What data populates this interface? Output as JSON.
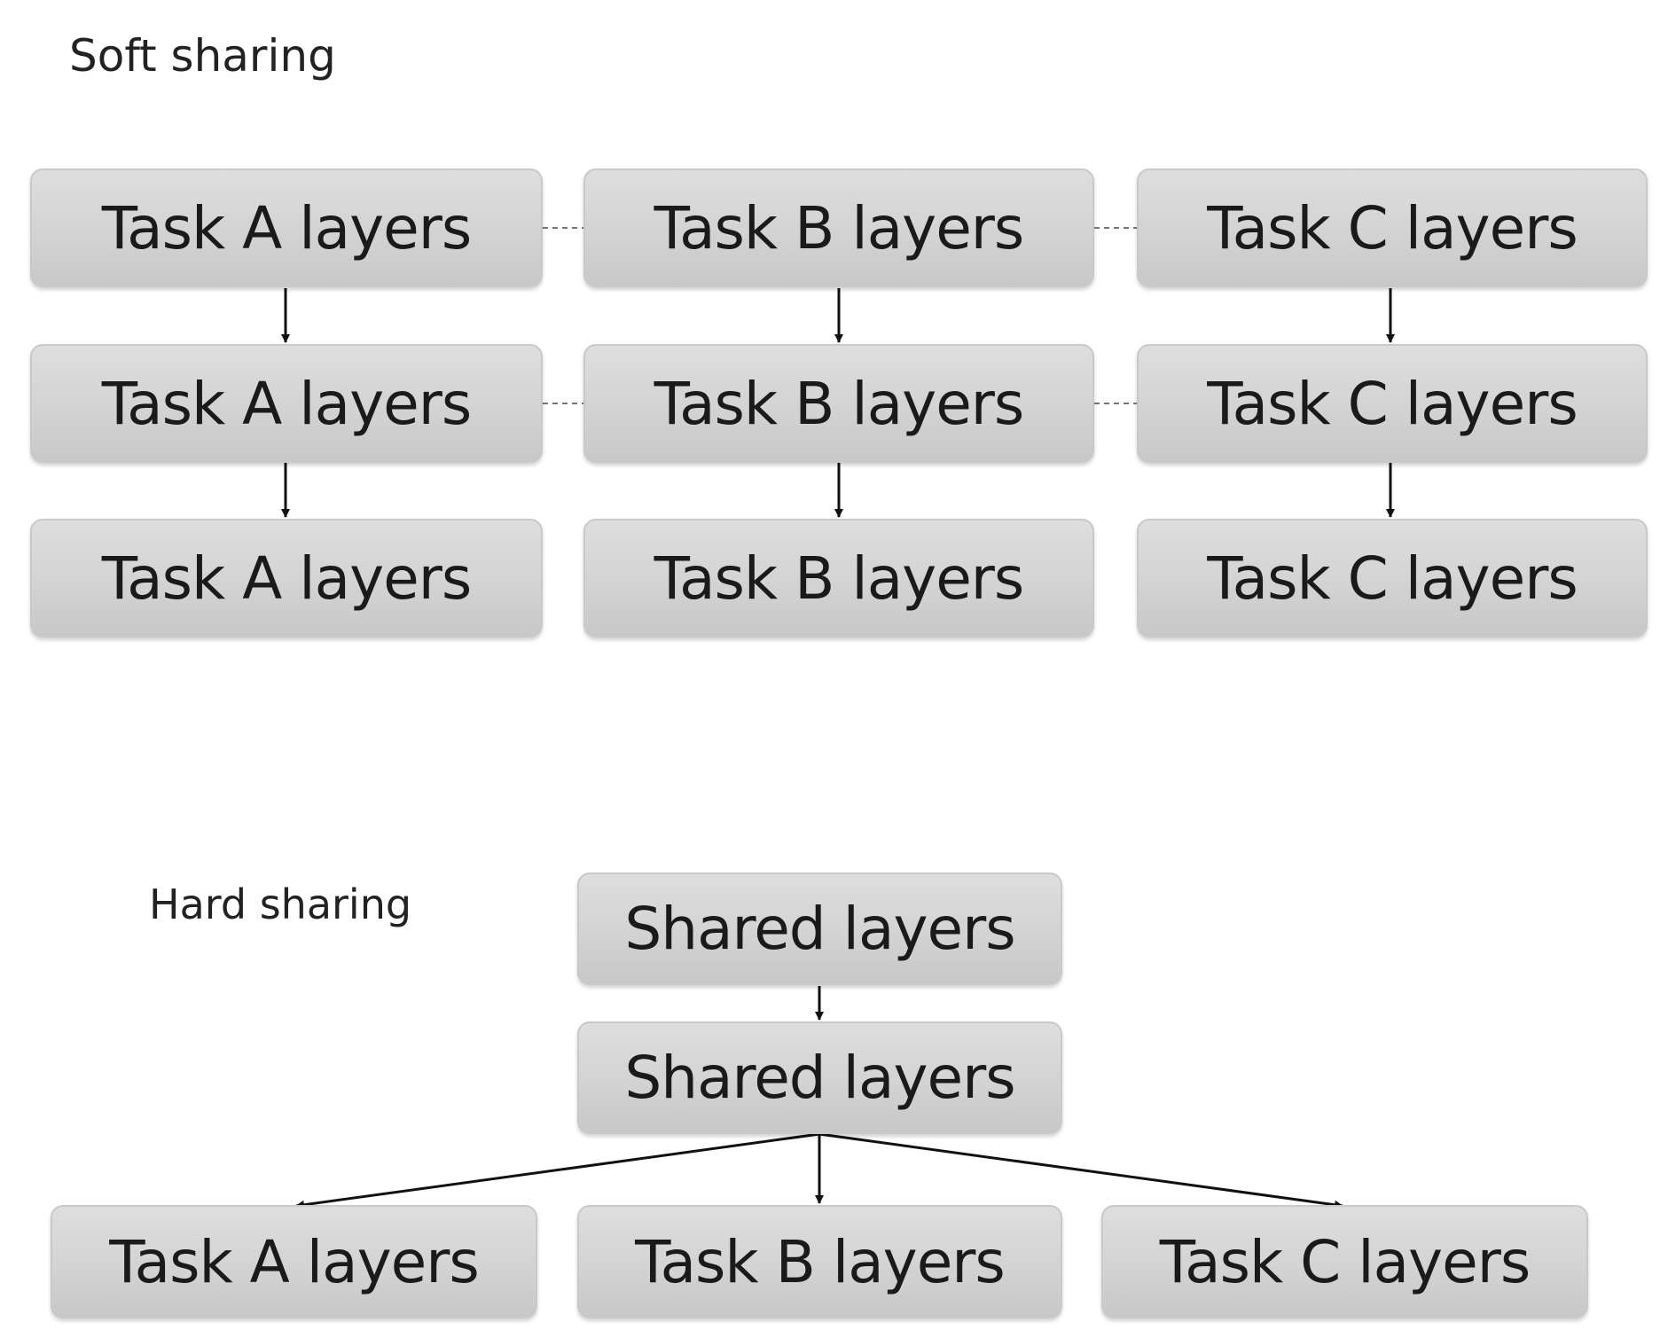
{
  "soft_sharing": {
    "label": "Soft sharing",
    "rows": [
      [
        "Task A layers",
        "Task B layers",
        "Task C layers"
      ],
      [
        "Task A layers",
        "Task B layers",
        "Task C layers"
      ],
      [
        "Task A layers",
        "Task B layers",
        "Task C layers"
      ]
    ]
  },
  "hard_sharing": {
    "label": "Hard sharing",
    "shared": [
      "Shared layers",
      "Shared layers"
    ],
    "tasks": [
      "Task A layers",
      "Task B layers",
      "Task C layers"
    ]
  }
}
